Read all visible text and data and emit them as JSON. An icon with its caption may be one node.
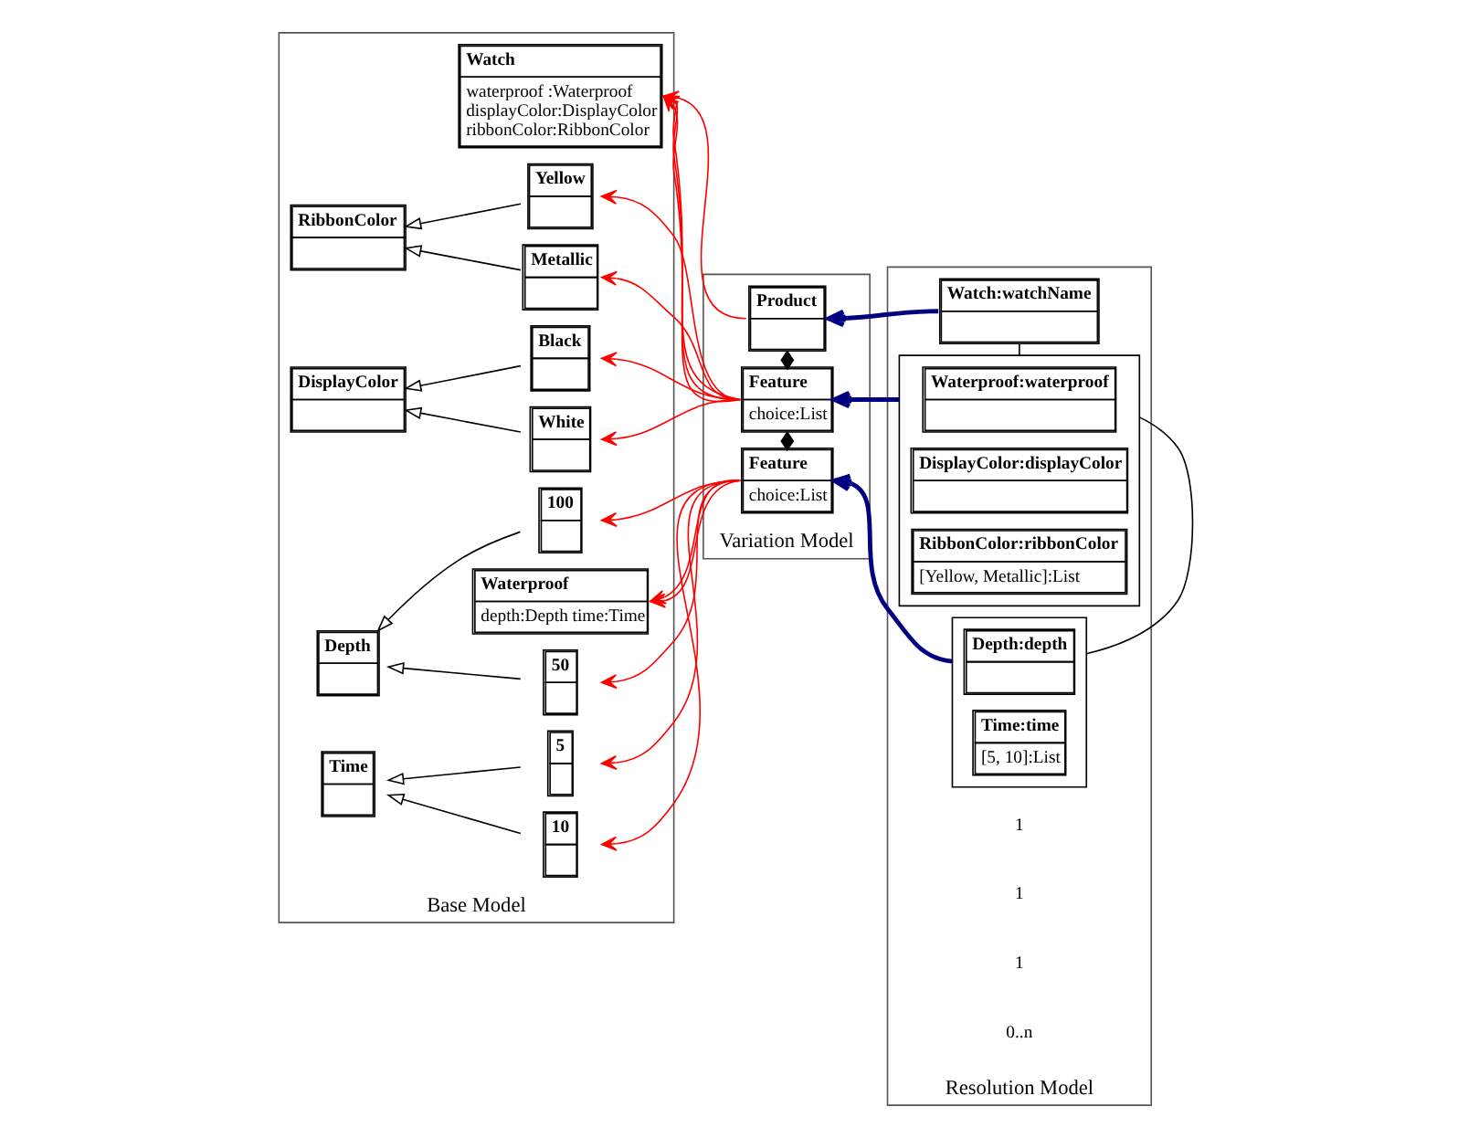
{
  "diagram": {
    "nodes": [
      {
        "text": [
          "Base Model"
        ]
      },
      {
        "text": [
          "Watch",
          "waterproof :Waterproof displayColor:DisplayColor ribbonColor:RibbonColor"
        ],
        "in": 0
      },
      {
        "text": [
          "Waterproof",
          "depth:Depth time:Time"
        ],
        "in": 0
      },
      {
        "text": [
          "DisplayColor"
        ],
        "in": 0
      },
      {
        "text": [
          "Black"
        ],
        "in": 0
      },
      {
        "text": [
          "White"
        ],
        "in": 0
      },
      {
        "text": [
          "Depth"
        ],
        "in": 0
      },
      {
        "text": [
          "50"
        ],
        "in": 0
      },
      {
        "text": [
          "100"
        ],
        "in": 0
      },
      {
        "text": [
          "RibbonColor"
        ],
        "in": 0
      },
      {
        "text": [
          "Yellow"
        ],
        "in": 0
      },
      {
        "text": [
          "Metallic"
        ],
        "in": 0
      },
      {
        "text": [
          "Time"
        ],
        "in": 0
      },
      {
        "text": [
          "5"
        ],
        "in": 0
      },
      {
        "text": [
          "10"
        ],
        "in": 0
      },
      {
        "text": [
          "Variation Model"
        ]
      },
      {
        "text": [
          "Product"
        ],
        "in": 15
      },
      {
        "text": [
          "Feature",
          "choice:List"
        ],
        "in": 15
      },
      {
        "text": [
          "Feature",
          "choice:List"
        ],
        "in": 15
      },
      {
        "text": [
          "Resolution Model"
        ]
      },
      {
        "text": [
          "Watch:watchName"
        ],
        "in": 19
      },
      {
        "text": [],
        "shape": "box",
        "in": 19
      },
      {
        "text": [
          "Waterproof:waterproof"
        ],
        "in": 21
      },
      {
        "text": [
          "DisplayColor:displayColor"
        ],
        "in": 21
      },
      {
        "text": [
          "RibbonColor:ribbonColor",
          "[Yellow, Metallic]:List"
        ],
        "in": 21
      },
      {
        "text": [],
        "shape": "box",
        "in": 19
      },
      {
        "text": [
          "Depth:depth"
        ],
        "in": 25
      },
      {
        "text": [
          "Time:time",
          "[5, 10]:List"
        ],
        "in": 25
      }
    ],
    "edges": [
      {
        "from": 16,
        "to": 1,
        "arrow": "to"
      },
      {
        "from": 17,
        "to": 1,
        "arrow": "to"
      },
      {
        "from": 17,
        "to": 1,
        "arrow": "to"
      },
      {
        "from": 17,
        "to": 1,
        "arrow": "to"
      },
      {
        "from": 17,
        "to": 4,
        "arrow": "to"
      },
      {
        "from": 17,
        "to": 5,
        "arrow": "to"
      },
      {
        "from": 17,
        "to": 10,
        "arrow": "to"
      },
      {
        "from": 17,
        "to": 11,
        "arrow": "to"
      },
      {
        "from": 18,
        "to": 2,
        "arrow": "to"
      },
      {
        "from": 18,
        "to": 2,
        "arrow": "to"
      },
      {
        "from": 18,
        "to": 7,
        "arrow": "to"
      },
      {
        "from": 18,
        "to": 8,
        "arrow": "to"
      },
      {
        "from": 18,
        "to": 13,
        "arrow": "to"
      },
      {
        "from": 18,
        "to": 14,
        "arrow": "to"
      },
      {
        "from": 4,
        "to": 3,
        "arrow": "to",
        "color": "#000000"
      },
      {
        "from": 5,
        "to": 3,
        "arrow": "to",
        "color": "#000000"
      },
      {
        "from": 7,
        "to": 6,
        "arrow": "to",
        "color": "#000000"
      },
      {
        "from": 8,
        "to": 6,
        "arrow": "to",
        "color": "#000000"
      },
      {
        "from": 10,
        "to": 9,
        "arrow": "to",
        "color": "#000000"
      },
      {
        "from": 11,
        "to": 9,
        "arrow": "to",
        "color": "#000000"
      },
      {
        "from": 13,
        "to": 12,
        "arrow": "to",
        "color": "#000000"
      },
      {
        "from": 14,
        "to": 12,
        "arrow": "to",
        "color": "#000000"
      },
      {
        "from": 16,
        "to": 17,
        "arrow": "other",
        "color": "#000000"
      },
      {
        "from": 17,
        "to": 18,
        "arrow": "other",
        "color": "#000000"
      },
      {
        "from": 20,
        "to": 16,
        "arrow": "to",
        "style": "thick",
        "color": "#000080"
      },
      {
        "from": 21,
        "to": 17,
        "arrow": "to",
        "style": "thick",
        "color": "#000080"
      },
      {
        "from": 25,
        "to": 18,
        "arrow": "to",
        "style": "thick",
        "color": "#000080"
      },
      {
        "from": 20,
        "to": 21,
        "arrow": "none",
        "color": "#000000"
      },
      {
        "from": 21,
        "to": 25,
        "arrow": "none",
        "color": "#000000"
      }
    ],
    "labels": [
      "1",
      "1",
      "1",
      "0..n"
    ]
  }
}
